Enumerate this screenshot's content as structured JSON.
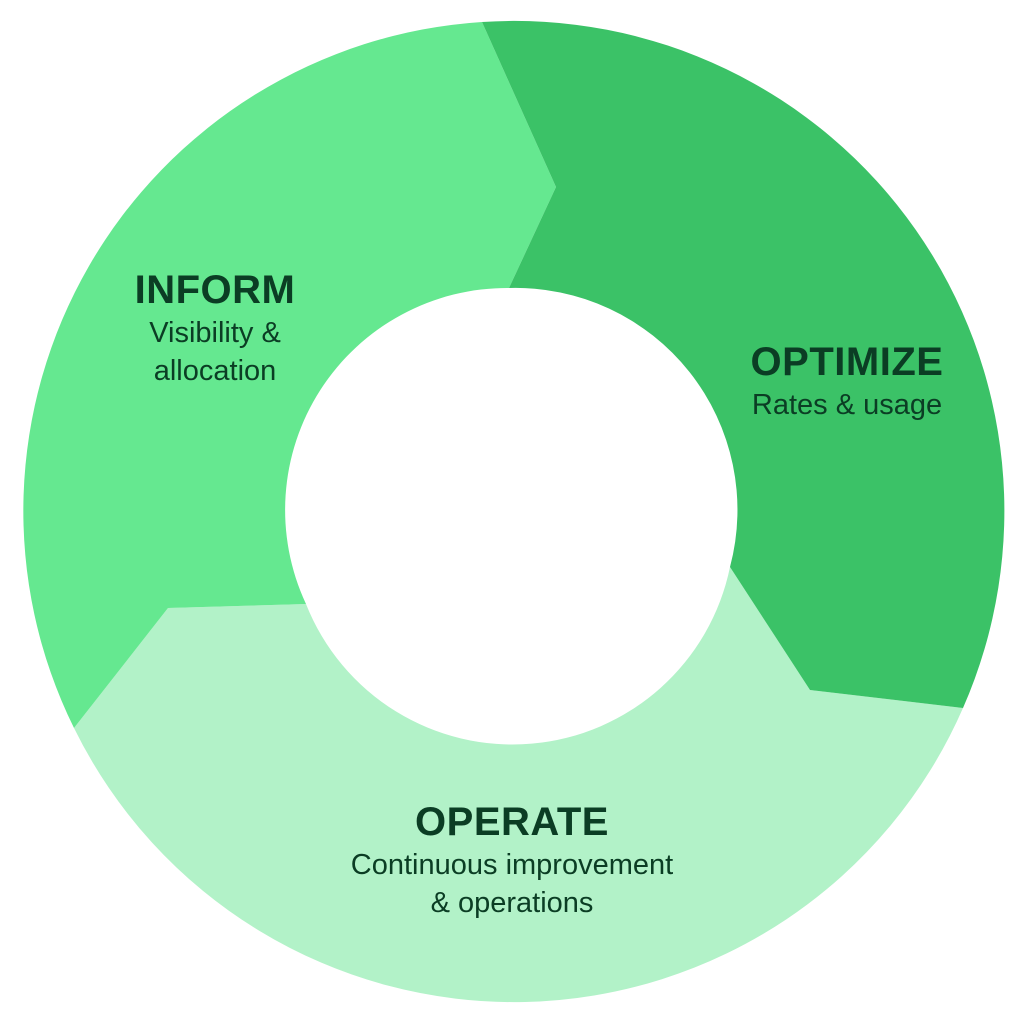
{
  "diagram": {
    "phases": [
      {
        "id": "inform",
        "title": "INFORM",
        "description_lines": [
          "Visibility &",
          "allocation"
        ],
        "color": "#65e890"
      },
      {
        "id": "optimize",
        "title": "OPTIMIZE",
        "description_lines": [
          "Rates & usage"
        ],
        "color": "#3bc267"
      },
      {
        "id": "operate",
        "title": "OPERATE",
        "description_lines": [
          "Continuous improvement",
          "& operations"
        ],
        "color": "#b2f2c8"
      }
    ],
    "text_color": "#0b3d24",
    "center_color": "#ffffff"
  }
}
